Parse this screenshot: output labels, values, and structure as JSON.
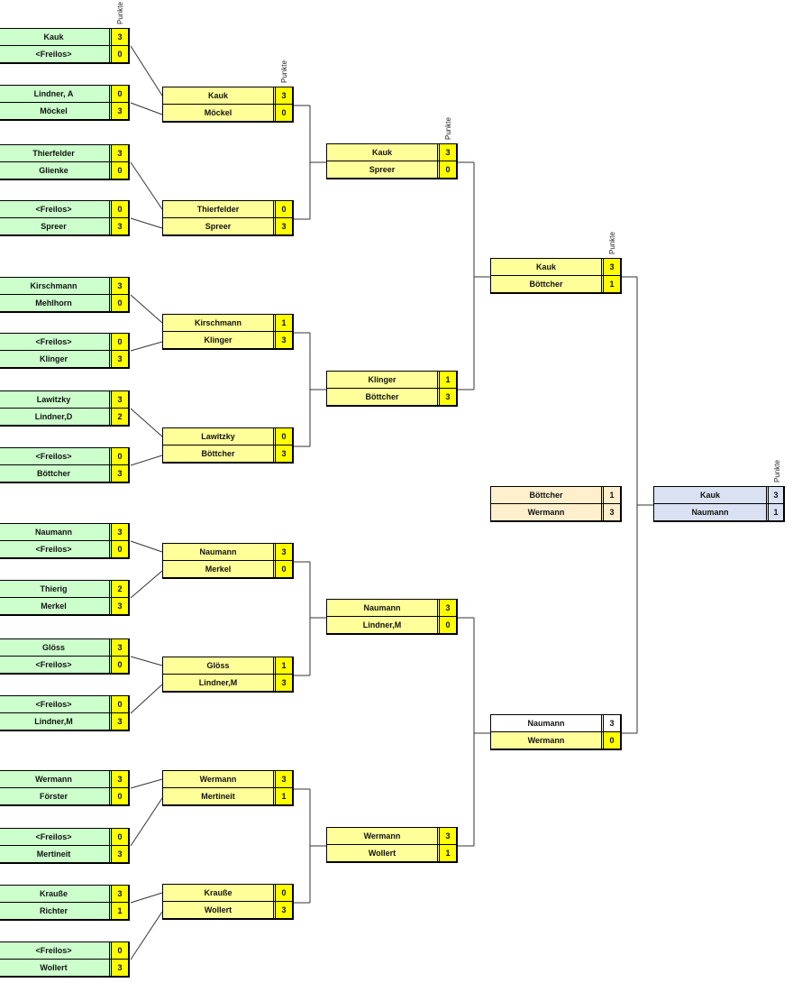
{
  "header_label": "Punkte",
  "colors": {
    "round1_name": "#ccffcc",
    "mid_name": "#ffff99",
    "score_yellow": "#ffff00",
    "third_place_name": "#ffefcc",
    "third_place_score": "#ffefcc",
    "final_name": "#d9e1f2",
    "final_score": "#d9e1f2",
    "white": "#ffffff"
  },
  "rounds": [
    {
      "name": "round-1",
      "matches": [
        {
          "players": [
            {
              "name": "Kauk",
              "score": "3"
            },
            {
              "name": "<Freilos>",
              "score": "0"
            }
          ]
        },
        {
          "players": [
            {
              "name": "Lindner, A",
              "score": "0"
            },
            {
              "name": "Möckel",
              "score": "3"
            }
          ]
        },
        {
          "players": [
            {
              "name": "Thierfelder",
              "score": "3"
            },
            {
              "name": "Glienke",
              "score": "0"
            }
          ]
        },
        {
          "players": [
            {
              "name": "<Freilos>",
              "score": "0"
            },
            {
              "name": "Spreer",
              "score": "3"
            }
          ]
        },
        {
          "players": [
            {
              "name": "Kirschmann",
              "score": "3"
            },
            {
              "name": "Mehlhorn",
              "score": "0"
            }
          ]
        },
        {
          "players": [
            {
              "name": "<Freilos>",
              "score": "0"
            },
            {
              "name": "Klinger",
              "score": "3"
            }
          ]
        },
        {
          "players": [
            {
              "name": "Lawitzky",
              "score": "3"
            },
            {
              "name": "Lindner,D",
              "score": "2"
            }
          ]
        },
        {
          "players": [
            {
              "name": "<Freilos>",
              "score": "0"
            },
            {
              "name": "Böttcher",
              "score": "3"
            }
          ]
        },
        {
          "players": [
            {
              "name": "Naumann",
              "score": "3"
            },
            {
              "name": "<Freilos>",
              "score": "0"
            }
          ]
        },
        {
          "players": [
            {
              "name": "Thierig",
              "score": "2"
            },
            {
              "name": "Merkel",
              "score": "3"
            }
          ]
        },
        {
          "players": [
            {
              "name": "Glöss",
              "score": "3"
            },
            {
              "name": "<Freilos>",
              "score": "0"
            }
          ]
        },
        {
          "players": [
            {
              "name": "<Freilos>",
              "score": "0"
            },
            {
              "name": "Lindner,M",
              "score": "3"
            }
          ]
        },
        {
          "players": [
            {
              "name": "Wermann",
              "score": "3"
            },
            {
              "name": "Förster",
              "score": "0"
            }
          ]
        },
        {
          "players": [
            {
              "name": "<Freilos>",
              "score": "0"
            },
            {
              "name": "Mertineit",
              "score": "3"
            }
          ]
        },
        {
          "players": [
            {
              "name": "Krauße",
              "score": "3"
            },
            {
              "name": "Richter",
              "score": "1"
            }
          ]
        },
        {
          "players": [
            {
              "name": "<Freilos>",
              "score": "0"
            },
            {
              "name": "Wollert",
              "score": "3"
            }
          ]
        }
      ]
    },
    {
      "name": "round-2",
      "matches": [
        {
          "players": [
            {
              "name": "Kauk",
              "score": "3"
            },
            {
              "name": "Möckel",
              "score": "0"
            }
          ]
        },
        {
          "players": [
            {
              "name": "Thierfelder",
              "score": "0"
            },
            {
              "name": "Spreer",
              "score": "3"
            }
          ]
        },
        {
          "players": [
            {
              "name": "Kirschmann",
              "score": "1"
            },
            {
              "name": "Klinger",
              "score": "3"
            }
          ]
        },
        {
          "players": [
            {
              "name": "Lawitzky",
              "score": "0"
            },
            {
              "name": "Böttcher",
              "score": "3"
            }
          ]
        },
        {
          "players": [
            {
              "name": "Naumann",
              "score": "3"
            },
            {
              "name": "Merkel",
              "score": "0"
            }
          ]
        },
        {
          "players": [
            {
              "name": "Glöss",
              "score": "1"
            },
            {
              "name": "Lindner,M",
              "score": "3"
            }
          ]
        },
        {
          "players": [
            {
              "name": "Wermann",
              "score": "3"
            },
            {
              "name": "Mertineit",
              "score": "1"
            }
          ]
        },
        {
          "players": [
            {
              "name": "Krauße",
              "score": "0"
            },
            {
              "name": "Wollert",
              "score": "3"
            }
          ]
        }
      ]
    },
    {
      "name": "round-3",
      "matches": [
        {
          "players": [
            {
              "name": "Kauk",
              "score": "3"
            },
            {
              "name": "Spreer",
              "score": "0"
            }
          ]
        },
        {
          "players": [
            {
              "name": "Klinger",
              "score": "1"
            },
            {
              "name": "Böttcher",
              "score": "3"
            }
          ]
        },
        {
          "players": [
            {
              "name": "Naumann",
              "score": "3"
            },
            {
              "name": "Lindner,M",
              "score": "0"
            }
          ]
        },
        {
          "players": [
            {
              "name": "Wermann",
              "score": "3"
            },
            {
              "name": "Wollert",
              "score": "1"
            }
          ]
        }
      ]
    },
    {
      "name": "semifinal",
      "matches": [
        {
          "players": [
            {
              "name": "Kauk",
              "score": "3"
            },
            {
              "name": "Böttcher",
              "score": "1"
            }
          ]
        },
        {
          "players": [
            {
              "name": "Naumann",
              "score": "3"
            },
            {
              "name": "Wermann",
              "score": "0"
            }
          ]
        }
      ]
    }
  ],
  "third_place": {
    "players": [
      {
        "name": "Böttcher",
        "score": "1"
      },
      {
        "name": "Wermann",
        "score": "3"
      }
    ]
  },
  "final": {
    "players": [
      {
        "name": "Kauk",
        "score": "3"
      },
      {
        "name": "Naumann",
        "score": "1"
      }
    ]
  }
}
